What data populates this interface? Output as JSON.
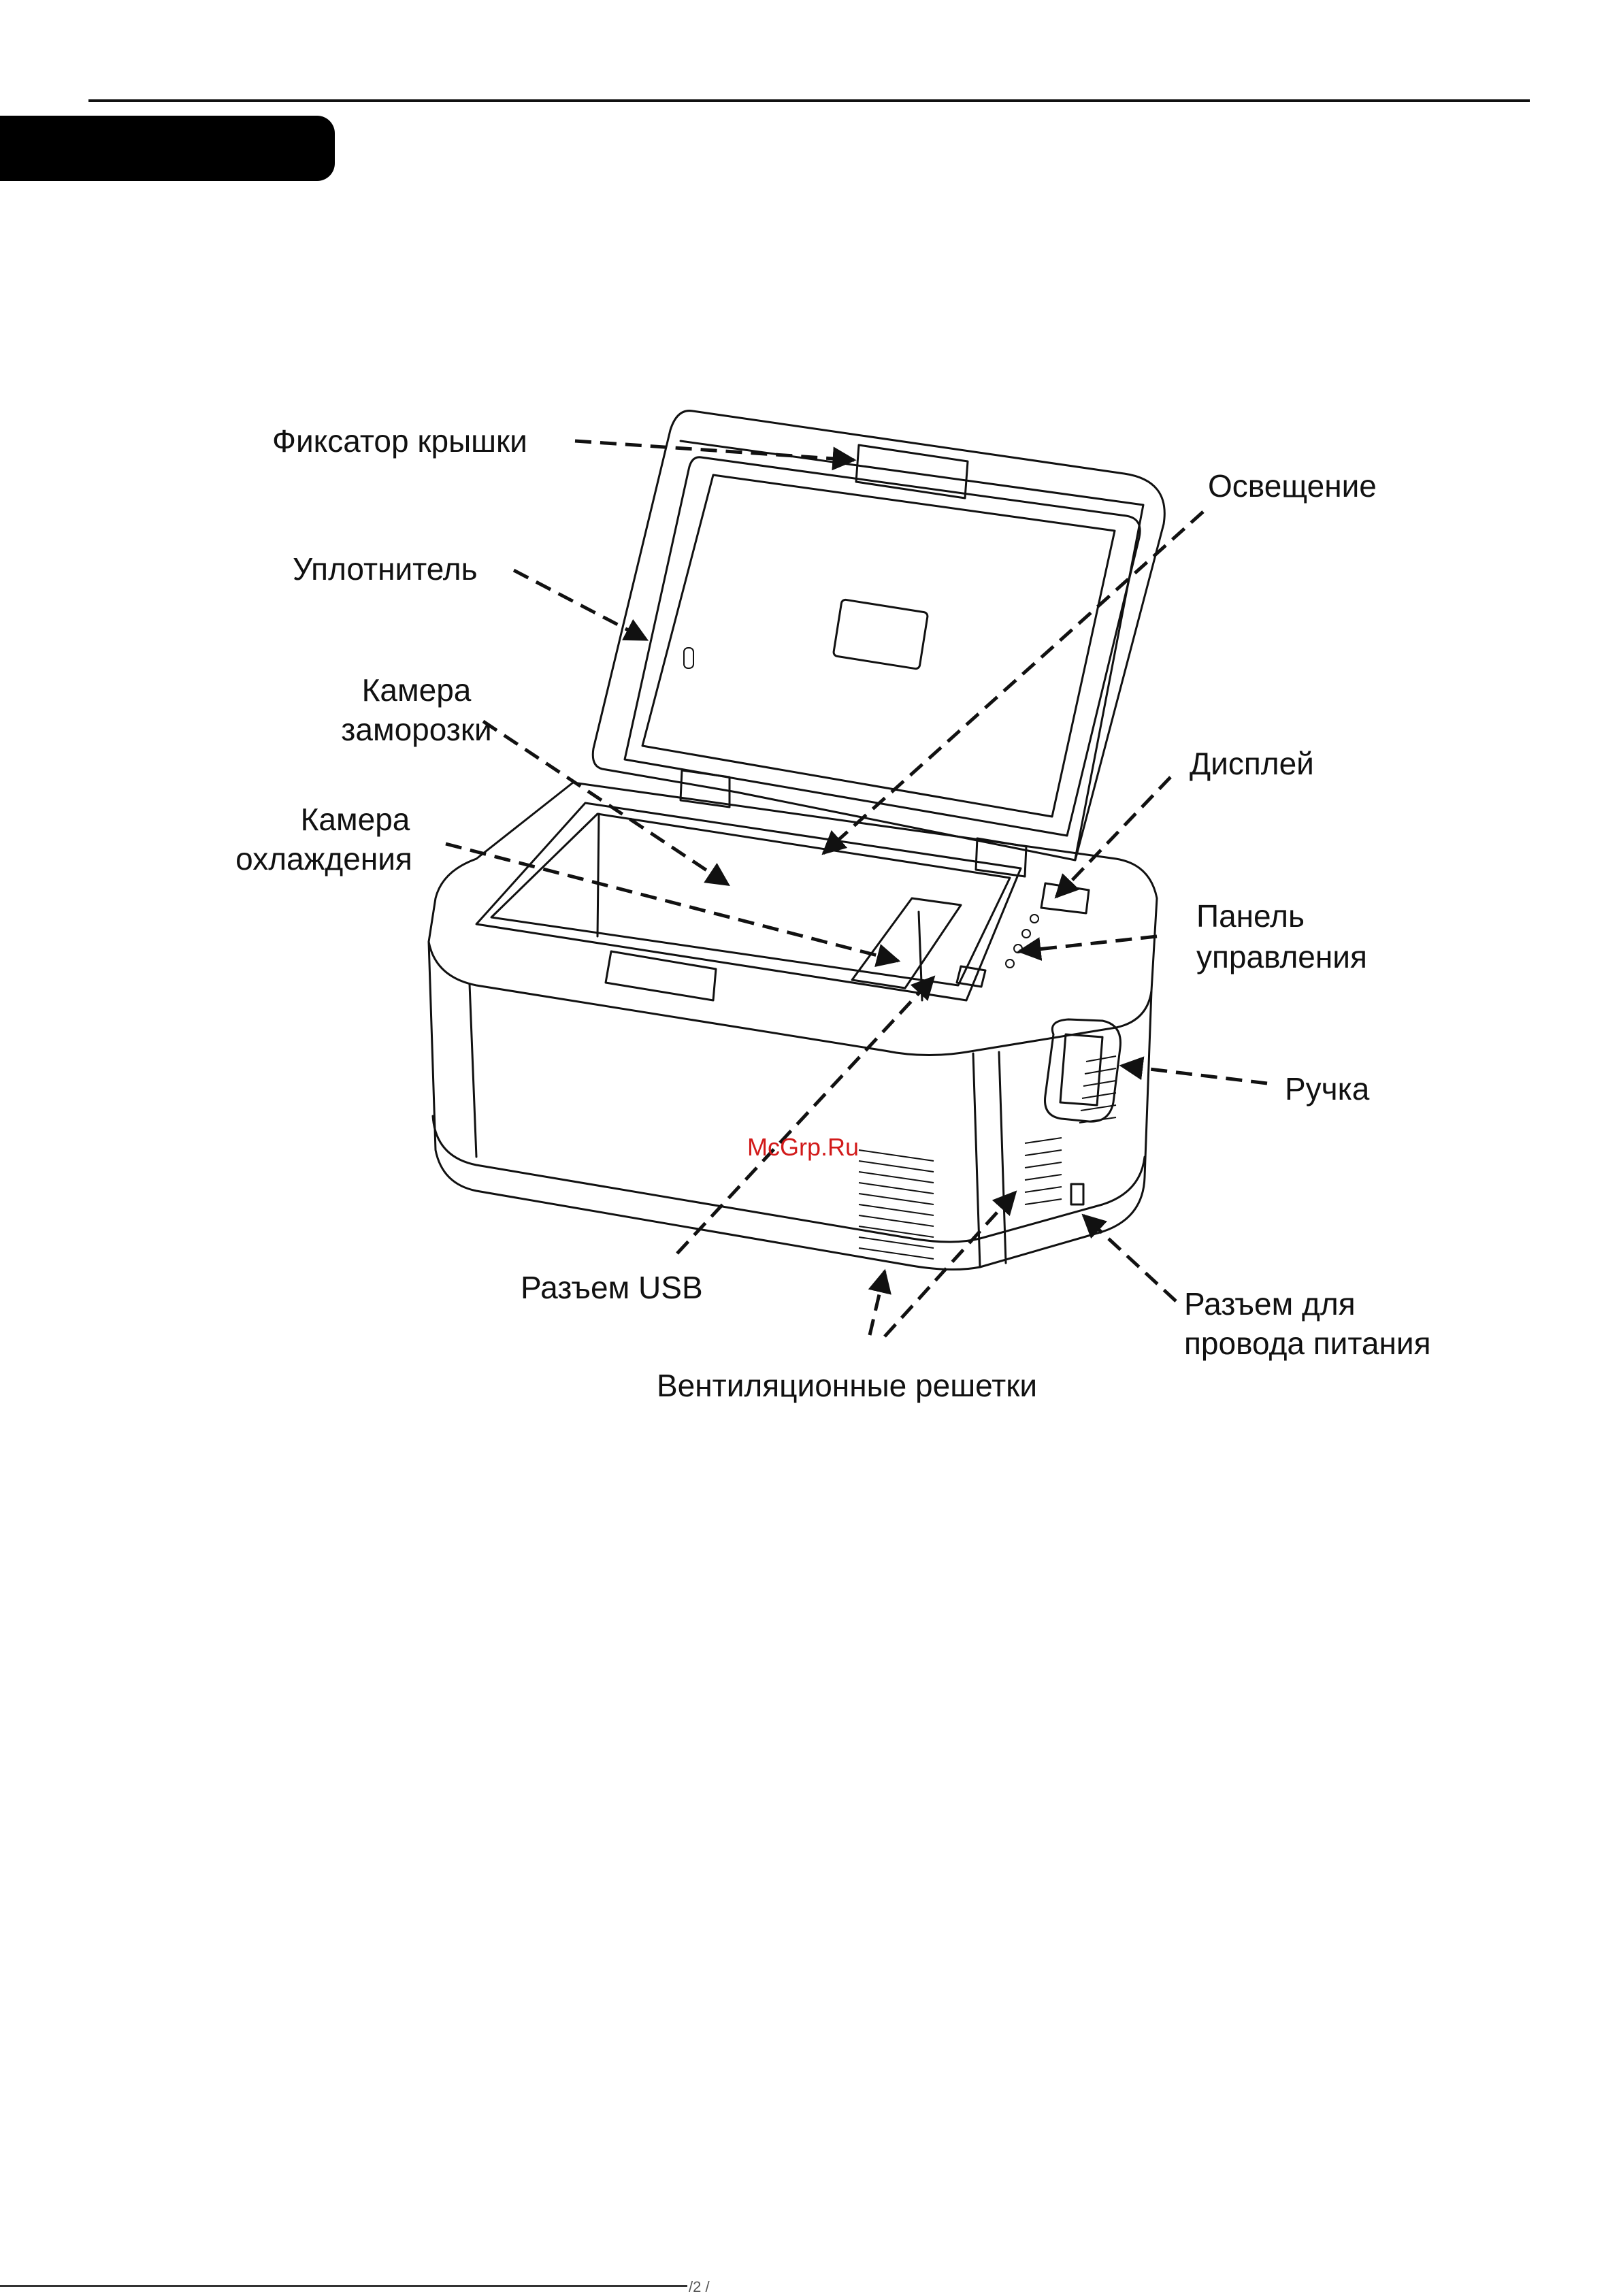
{
  "page": {
    "section_tab": "",
    "page_mark": "/2 /"
  },
  "diagram": {
    "watermark": "McGrp.Ru",
    "labels": {
      "lid_latch": "Фиксатор крышки",
      "seal": "Уплотнитель",
      "freezer_line1": "Камера",
      "freezer_line2": "заморозки",
      "cooler_line1": "Камера",
      "cooler_line2": "охлаждения",
      "lighting": "Освещение",
      "display": "Дисплей",
      "control_line1": "Панель",
      "control_line2": "управления",
      "handle": "Ручка",
      "usb": "Разъем USB",
      "vents": "Вентиляционные решетки",
      "power_line1": "Разъем для",
      "power_line2": "провода питания"
    }
  }
}
